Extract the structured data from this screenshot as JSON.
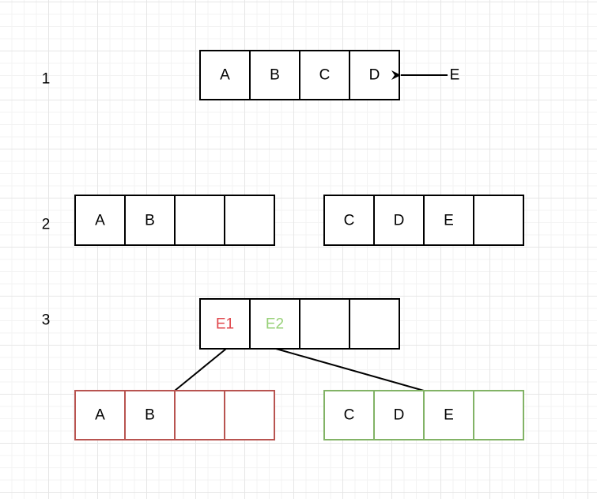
{
  "colors": {
    "default_stroke": "#000000",
    "red": "#b85450",
    "green": "#82b366",
    "red_text": "#e0474c",
    "green_text": "#97d077"
  },
  "steps": [
    {
      "label": "1"
    },
    {
      "label": "2"
    },
    {
      "label": "3"
    }
  ],
  "nodes": {
    "step1_node": [
      "A",
      "B",
      "C",
      "D"
    ],
    "step1_incoming": "E",
    "step2_left": [
      "A",
      "B",
      "",
      ""
    ],
    "step2_right": [
      "C",
      "D",
      "E",
      ""
    ],
    "step3_parent": [
      "E1",
      "E2",
      "",
      ""
    ],
    "step3_left_child": [
      "A",
      "B",
      "",
      ""
    ],
    "step3_right_child": [
      "C",
      "D",
      "E",
      ""
    ]
  }
}
